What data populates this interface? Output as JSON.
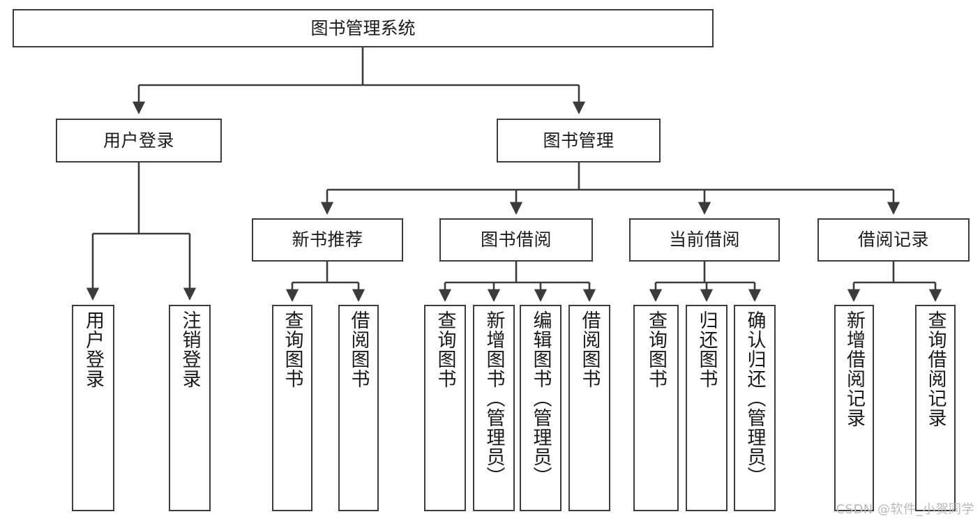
{
  "diagram": {
    "title": "图书管理系统",
    "watermark": "CSDN @软件_小贺同学",
    "line_color": "#3b3b3b",
    "text_color": "#1a1a1a",
    "background": "#ffffff",
    "nodes": {
      "root": {
        "label": "图书管理系统"
      },
      "level2": [
        {
          "label": "用户登录"
        },
        {
          "label": "图书管理"
        }
      ],
      "level3": [
        {
          "label": "新书推荐"
        },
        {
          "label": "图书借阅"
        },
        {
          "label": "当前借阅"
        },
        {
          "label": "借阅记录"
        }
      ],
      "leaves_user_login": [
        {
          "label": "用户登录"
        },
        {
          "label": "注销登录"
        }
      ],
      "leaves_new_book": [
        {
          "label": "查询图书"
        },
        {
          "label": "借阅图书"
        }
      ],
      "leaves_borrow": [
        {
          "label": "查询图书"
        },
        {
          "label": "新增图书（管理员）"
        },
        {
          "label": "编辑图书（管理员）"
        },
        {
          "label": "借阅图书"
        }
      ],
      "leaves_current": [
        {
          "label": "查询图书"
        },
        {
          "label": "归还图书"
        },
        {
          "label": "确认归还（管理员）"
        }
      ],
      "leaves_record": [
        {
          "label": "新增借阅记录"
        },
        {
          "label": "查询借阅记录"
        }
      ]
    }
  }
}
